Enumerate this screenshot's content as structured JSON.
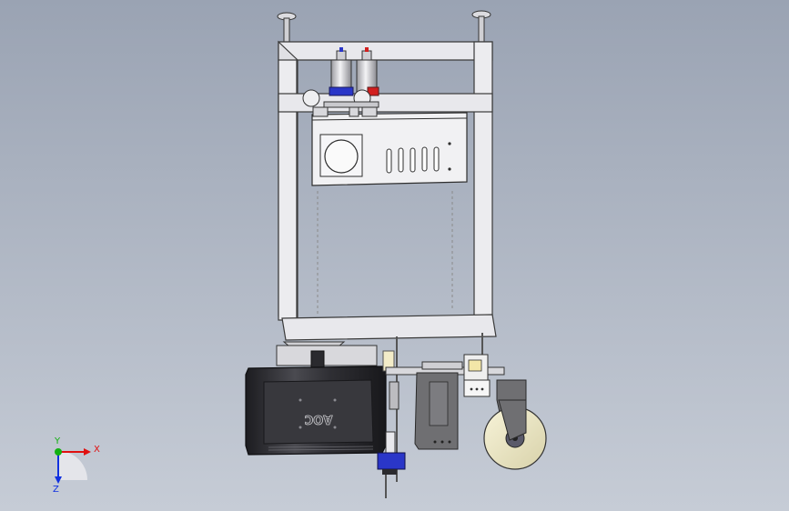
{
  "viewport": {
    "background_top": "#9aa3b3",
    "background_bottom": "#c6ccd6"
  },
  "model": {
    "monitor_brand": "AOC",
    "frame_color": "#e8e8ec",
    "edge_color": "#3a3a3a",
    "panel_color": "#f1f1f3",
    "bracket_color": "#6f6f72",
    "valve_blue": "#2a36c8",
    "valve_red": "#d21f1f",
    "monitor_color": "#2a2a2e"
  },
  "triad": {
    "x_label": "X",
    "y_label": "Y",
    "z_label": "Z",
    "x_color": "#e01010",
    "y_color": "#12b012",
    "z_color": "#1030e0"
  }
}
